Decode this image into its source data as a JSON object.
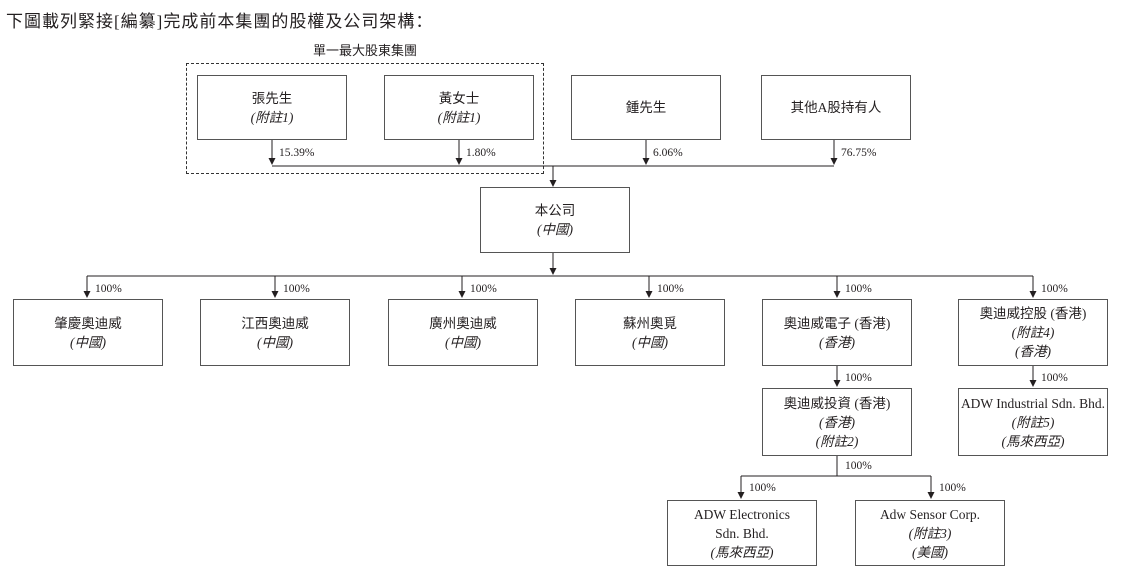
{
  "intro": "下圖載列緊接[編纂]完成前本集團的股權及公司架構：",
  "group_label": "單一最大股東集團",
  "shareholders": [
    {
      "name": "張先生",
      "note": "(附註1)",
      "pct": "15.39%"
    },
    {
      "name": "黃女士",
      "note": "(附註1)",
      "pct": "1.80%"
    },
    {
      "name": "鍾先生",
      "note": "",
      "pct": "6.06%"
    },
    {
      "name": "其他A股持有人",
      "note": "",
      "pct": "76.75%"
    }
  ],
  "company": {
    "name": "本公司",
    "note": "(中國)"
  },
  "subsidiaries": [
    {
      "name": "肇慶奧迪威",
      "note": "(中國)",
      "pct": "100%"
    },
    {
      "name": "江西奧迪威",
      "note": "(中國)",
      "pct": "100%"
    },
    {
      "name": "廣州奧迪威",
      "note": "(中國)",
      "pct": "100%"
    },
    {
      "name": "蘇州奧覓",
      "note": "(中國)",
      "pct": "100%"
    },
    {
      "name": "奧迪威電子 (香港)",
      "note": "(香港)",
      "pct": "100%"
    },
    {
      "name": "奧迪威控股 (香港)",
      "note": "(附註4)",
      "note2": "(香港)",
      "pct": "100%"
    }
  ],
  "hk_investment": {
    "name": "奧迪威投資 (香港)",
    "note": "(香港)",
    "note2": "(附註2)",
    "pct": "100%",
    "pct_below": "100%"
  },
  "adw_industrial": {
    "name": "ADW Industrial Sdn. Bhd.",
    "note": "(附註5)",
    "note2": "(馬來西亞)",
    "pct": "100%"
  },
  "adw_electronics": {
    "name": "ADW Electronics",
    "name2": "Sdn. Bhd.",
    "note": "(馬來西亞)",
    "pct": "100%"
  },
  "adw_sensor": {
    "name": "Adw Sensor Corp.",
    "note": "(附註3)",
    "note2": "(美國)",
    "pct": "100%"
  }
}
